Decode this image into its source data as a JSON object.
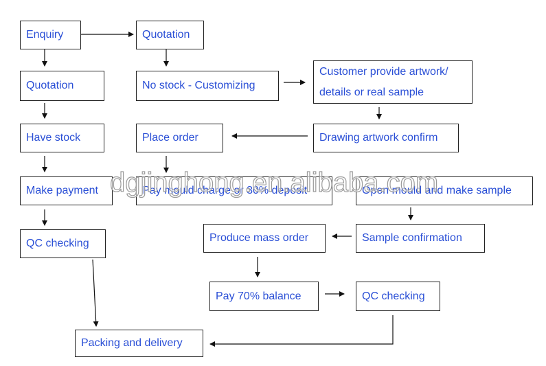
{
  "nodes": {
    "enquiry": "Enquiry",
    "quotation_top": "Quotation",
    "quotation_left": "Quotation",
    "no_stock": "No stock - Customizing",
    "customer_provide_line1": "Customer provide artwork/",
    "customer_provide_line2": "details or real sample",
    "have_stock": "Have stock",
    "place_order": "Place order",
    "drawing_confirm": "Drawing artwork confirm",
    "make_payment": "Make payment",
    "pay_mould": "Pay mould charge or 30% deposit",
    "open_mould": "Open mould and make sample",
    "qc_left": "QC checking",
    "produce_mass": "Produce mass order",
    "sample_confirmation": "Sample confirmation",
    "pay_balance": "Pay 70% balance",
    "qc_right": "QC checking",
    "packing": "Packing and delivery"
  },
  "watermark": "dgjinghong.en.alibaba.com",
  "colors": {
    "text": "#2a4fd6",
    "border": "#222222",
    "arrow": "#111111"
  }
}
